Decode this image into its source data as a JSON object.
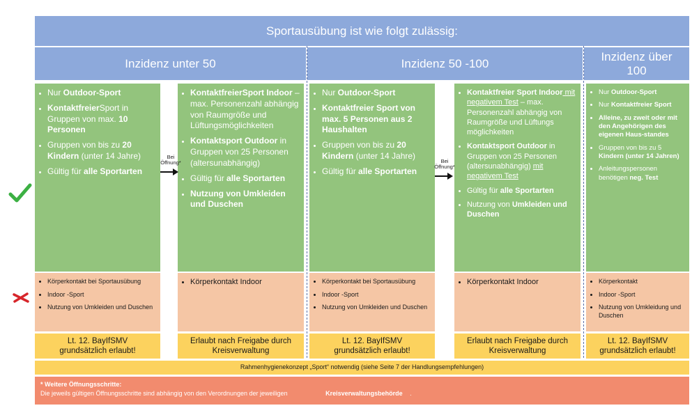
{
  "title": "Sportausübung ist wie folgt zulässig:",
  "columns": {
    "c1": "Inzidenz unter 50",
    "c2": "Inzidenz 50 -100",
    "c3": "Inzidenz über 100"
  },
  "arrow_label": "Bei Öffnung*",
  "allowed_icon": "check-mark-icon",
  "not_allowed_icon": "cross-mark-icon",
  "colors": {
    "header_blue": "#8da9db",
    "allowed_green": "#93c47d",
    "not_allowed_peach": "#f5c6a5",
    "note_yellow": "#fcd25e",
    "footer_red": "#f28b6e",
    "check": "#3cb043",
    "cross": "#d7262b"
  },
  "green": {
    "g1": {
      "i1a": "Nur ",
      "i1b": "Outdoor-Sport",
      "i2a": "Kontaktfreier",
      "i2b": "Sport in Gruppen von max. ",
      "i2c": "10 Personen",
      "i3a": "Gruppen von bis zu ",
      "i3b": "20 Kindern",
      "i3c": " (unter 14 Jahre)",
      "i4a": "Gültig für ",
      "i4b": "alle Sportarten"
    },
    "g2": {
      "i1a": "Kontaktfreier",
      "i1b": "Sport Indoor",
      "i1c": " – max. Personenzahl abhängig von Raumgröße und Lüftungsmöglichkeiten",
      "i2a": "Kontaktsport Outdoor",
      "i2b": " in Gruppen von 25 Personen (altersunabhängig)",
      "i3a": "Gültig für ",
      "i3b": "alle Sportarten",
      "i4a": "Nutzung von Umkleiden und Duschen"
    },
    "g3": {
      "i1a": "Nur ",
      "i1b": "Outdoor-Sport",
      "i2a": "Kontaktfreier Sport von max. 5 Personen aus 2 Haushalten",
      "i3a": "Gruppen von bis zu ",
      "i3b": "20 Kindern",
      "i3c": " (unter 14 Jahre)",
      "i4a": "Gültig für ",
      "i4b": "alle Sportarten"
    },
    "g4": {
      "i1a": "Kontaktfreier Sport Indoor",
      "i1b": " mit negativem Test",
      "i1c": " – max. Personenzahl abhängig von Raumgröße und Lüftungs möglichkeiten",
      "i2a": "Kontaktsport Outdoor",
      "i2b": " in Gruppen von 25 Personen (altersunabhängig)",
      "i2c": "mit negativem Test",
      "i3a": "Gültig für",
      "i3b": "alle Sportarten",
      "i4a": "Nutzung von",
      "i4b": "Umkleiden und Duschen"
    },
    "g5": {
      "i1a": "Nur ",
      "i1b": "Outdoor-Sport",
      "i2a": "Nur ",
      "i2b": "Kontaktfreier Sport",
      "i3a": "Alleine, zu zweit oder mit den Angehörigen des eigenen Haus-standes",
      "i4a": "Gruppen von bis zu 5 ",
      "i4b": "Kindern (unter 14 Jahren)",
      "i5a": "Anleitungspersonen benötigen ",
      "i5b": "neg. Test"
    }
  },
  "peach": {
    "p1": [
      "Körperkontakt bei Sportausübung",
      "Indoor -Sport",
      "Nutzung von Umkleiden und Duschen"
    ],
    "p2": [
      "Körperkontakt Indoor"
    ],
    "p3": [
      "Körperkontakt bei Sportausübung",
      "Indoor -Sport",
      "Nutzung von Umkleiden und Duschen"
    ],
    "p4": [
      "Körperkontakt Indoor"
    ],
    "p5": [
      "Körperkontakt",
      "Indoor -Sport",
      "Nutzung von Umkleidung und Duschen"
    ]
  },
  "yellow": {
    "y1": "Lt. 12. BayIfSMV grundsätzlich erlaubt!",
    "y2": "Erlaubt nach Freigabe durch Kreisverwaltung",
    "y3": "Lt. 12. BayIfSMV grundsätzlich erlaubt!",
    "y4": "Erlaubt nach Freigabe durch Kreisverwaltung",
    "y5": "Lt. 12. BayIfSMV grundsätzlich erlaubt!"
  },
  "hygiene_note": "Rahmenhygienekonzept „Sport“ notwendig (siehe Seite 7 der Handlungsempfehlungen)",
  "footer": {
    "title": "* Weitere Öffnungsschritte:",
    "text": "Die jeweils gültigen  Öffnungsschritte sind abhängig von den Verordnungen der jeweiligen",
    "bold": "Kreisverwaltungsbehörde",
    "end": "."
  }
}
